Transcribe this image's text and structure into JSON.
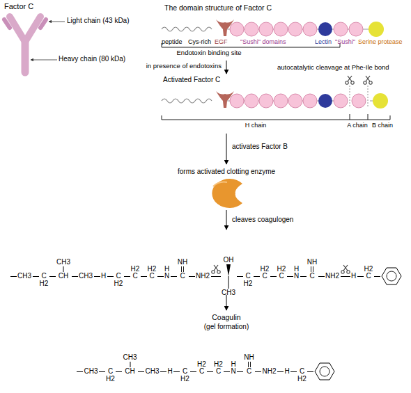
{
  "diagram": {
    "labels": [
      "Factor C",
      "Light chain (43 kDa)",
      "Heavy chain (80 kDa)",
      "The domain structure of Factor C",
      "peptide",
      "Cys-rich",
      "EGF",
      "\"Sushi\" domains",
      "Lectin",
      "\"Sushi\"",
      "Serine protease",
      "Endotoxin binding site",
      "in presence of endotoxins",
      "Activated Factor C",
      "autocatalytic cleavage at Phe-Ile bond",
      "H chain",
      "A chain",
      "B chain",
      "activates Factor B",
      "forms activated clotting enzyme",
      "cleaves coagulogen",
      "CH3",
      "C",
      "H2",
      "CH",
      "CH3",
      "CH3",
      "H",
      "C",
      "H2",
      "C",
      "H2",
      "C",
      "H2",
      "N",
      "H",
      "C",
      "NH",
      "NH2",
      "OH",
      "CH3",
      "C",
      "H2",
      "C",
      "H2",
      "C",
      "H2",
      "N",
      "H",
      "C",
      "NH",
      "NH2",
      "H",
      "C",
      "H2",
      "Coagulin",
      "(gel formation)",
      "CH3",
      "C",
      "H2",
      "CH",
      "CH3",
      "CH3",
      "H",
      "C",
      "H2",
      "C",
      "H2",
      "C",
      "H2",
      "N",
      "H",
      "C",
      "NH",
      "NH2",
      "H",
      "C",
      "H2"
    ]
  }
}
